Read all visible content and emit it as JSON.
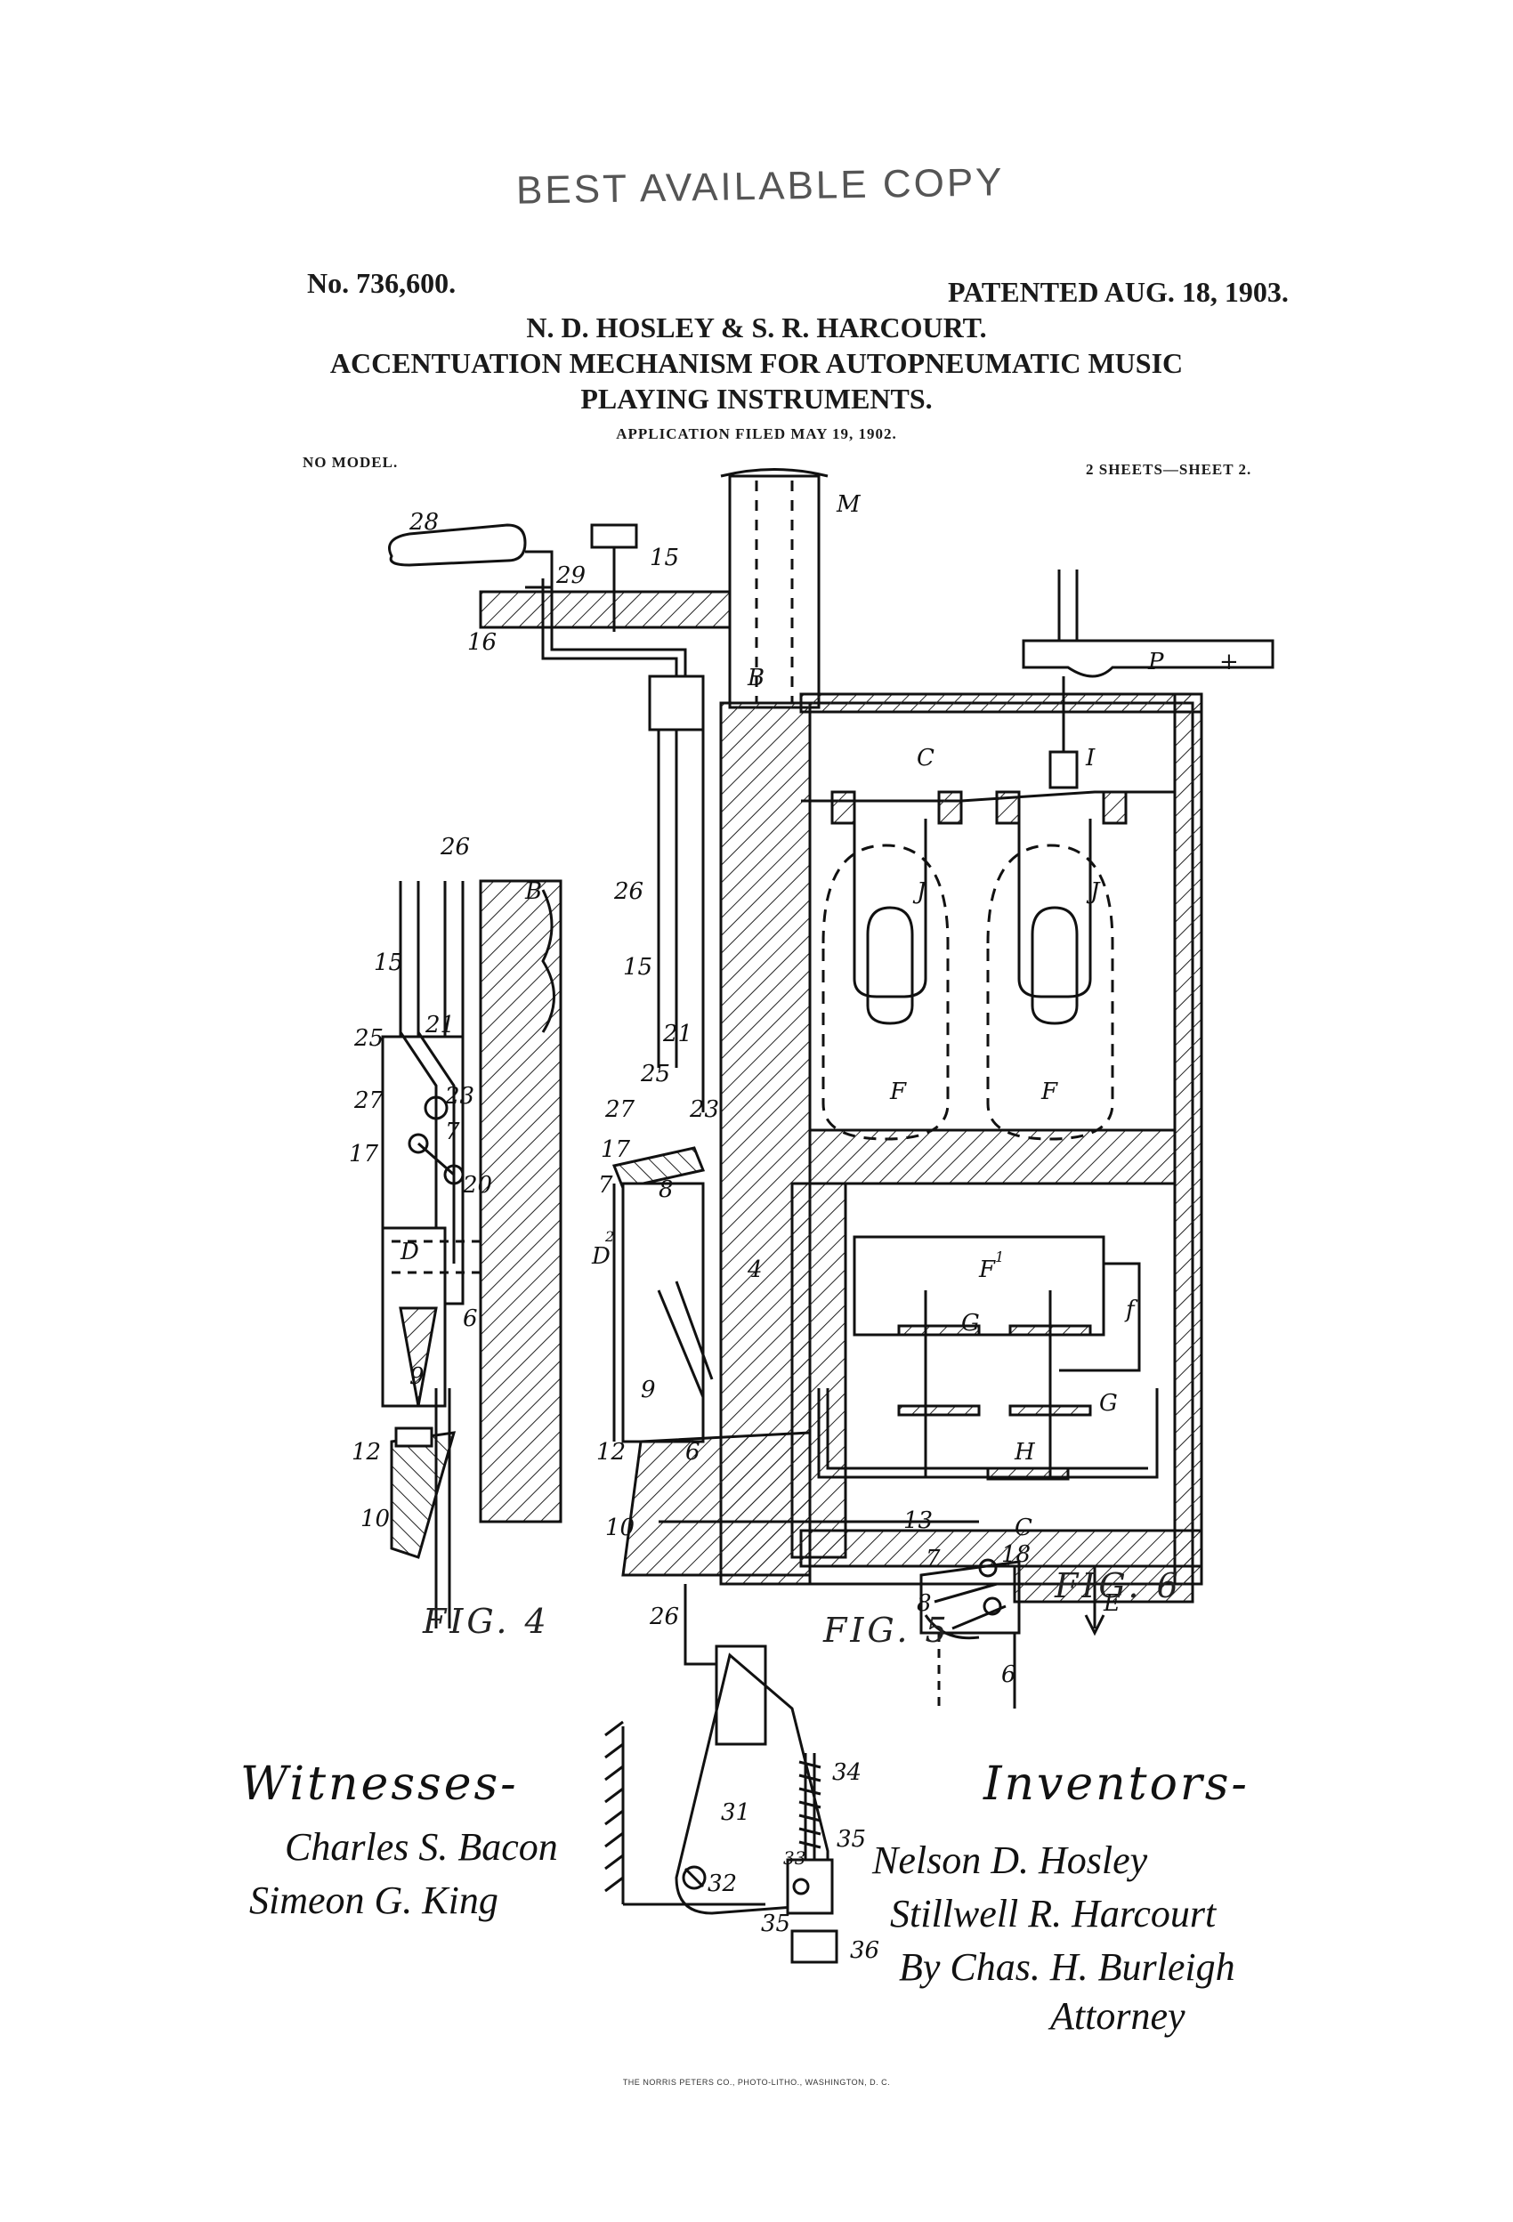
{
  "stamp": "BEST AVAILABLE COPY",
  "header": {
    "number": "No. 736,600.",
    "patented": "PATENTED AUG. 18, 1903.",
    "inventors_line": "N. D. HOSLEY & S. R. HARCOURT.",
    "title_line1": "ACCENTUATION MECHANISM FOR AUTOPNEUMATIC MUSIC",
    "title_line2": "PLAYING INSTRUMENTS.",
    "application": "APPLICATION FILED MAY 19, 1902.",
    "model": "NO MODEL.",
    "sheets": "2 SHEETS—SHEET 2."
  },
  "figures": {
    "fig4": "FIG. 4",
    "fig5": "FIG. 5",
    "fig6": "FIG. 6"
  },
  "witnesses": {
    "heading": "Witnesses-",
    "names": [
      "Charles S. Bacon",
      "Simeon G. King"
    ]
  },
  "inventors": {
    "heading": "Inventors-",
    "names": [
      "Nelson D. Hosley",
      "Stillwell R. Harcourt"
    ],
    "by": "By Chas. H. Burleigh",
    "role": "Attorney"
  },
  "reference_labels": {
    "fig4": [
      "26",
      "B",
      "15",
      "21",
      "25",
      "23",
      "27",
      "7",
      "17",
      "20",
      "D",
      "6",
      "9",
      "12",
      "10"
    ],
    "fig5": [
      "28",
      "15",
      "29",
      "16",
      "M",
      "B",
      "P",
      "+",
      "C",
      "I",
      "J",
      "J",
      "F",
      "F",
      "26",
      "15",
      "21",
      "25",
      "23",
      "27",
      "17",
      "7",
      "8",
      "D",
      "2",
      "4",
      "F",
      "1",
      "f",
      "G",
      "G",
      "H",
      "9",
      "12",
      "6",
      "10",
      "13",
      "C",
      "E",
      "26"
    ],
    "fig6": [
      "7",
      "18",
      "8",
      "6"
    ],
    "lower": [
      "34",
      "31",
      "35",
      "33",
      "32",
      "35",
      "36"
    ]
  },
  "footer": "THE NORRIS PETERS CO., PHOTO-LITHO., WASHINGTON, D. C."
}
